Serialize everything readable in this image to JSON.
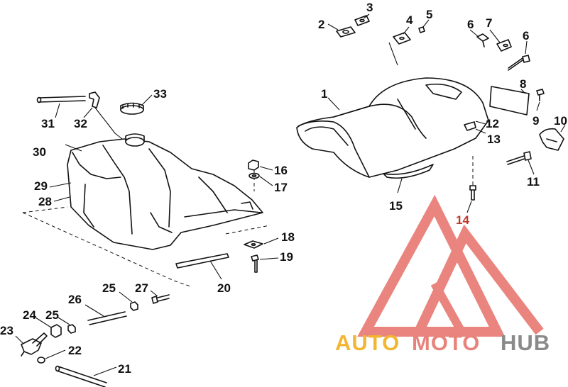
{
  "diagram": {
    "callouts": [
      "1",
      "2",
      "3",
      "4",
      "5",
      "6",
      "7",
      "6",
      "8",
      "9",
      "10",
      "11",
      "12",
      "13",
      "14",
      "15",
      "16",
      "17",
      "18",
      "19",
      "20",
      "21",
      "22",
      "23",
      "24",
      "25",
      "25",
      "26",
      "27",
      "28",
      "29",
      "30",
      "31",
      "32",
      "33"
    ],
    "watermark": {
      "word_a": "AUTO",
      "word_b": "MOTO",
      "word_c": "HUB",
      "color_a": "#f2b632",
      "color_b": "#e8837c",
      "color_c": "#8a8a8a",
      "logo_color": "#e45b53"
    }
  }
}
